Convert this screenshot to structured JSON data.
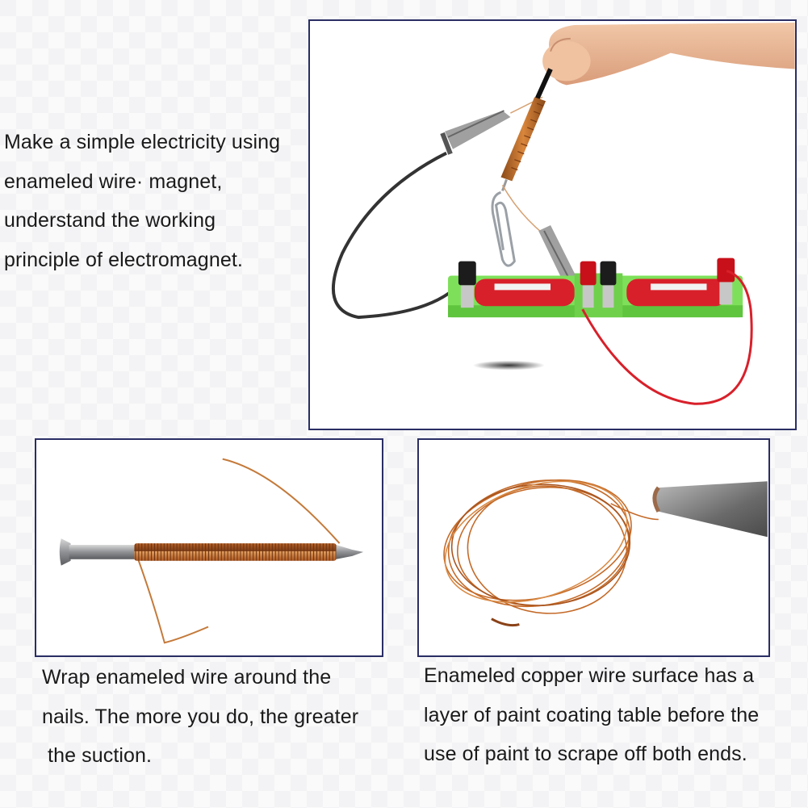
{
  "captions": {
    "top": {
      "line1": "Make a simple electricity using",
      "line2": "enameled wire· magnet,",
      "line3": "understand the working",
      "line4": "principle of electromagnet."
    },
    "left": {
      "line1": "Wrap enameled wire around the",
      "line2": "nails. The more you do, the greater",
      "line3": " the suction."
    },
    "right": {
      "line1": "Enameled copper wire surface has a",
      "line2": "layer of paint coating table before the",
      "line3": "use of paint to scrape off both ends."
    }
  },
  "images": {
    "electromagnet": "electromagnet-demo-photo",
    "nail": "wrapped-nail-photo",
    "coil": "enameled-wire-coil-photo"
  },
  "colors": {
    "frame": "#2a2e64",
    "copper": "#c46a28",
    "battery_box": "#7ee05a",
    "battery_label": "#d8202a"
  }
}
